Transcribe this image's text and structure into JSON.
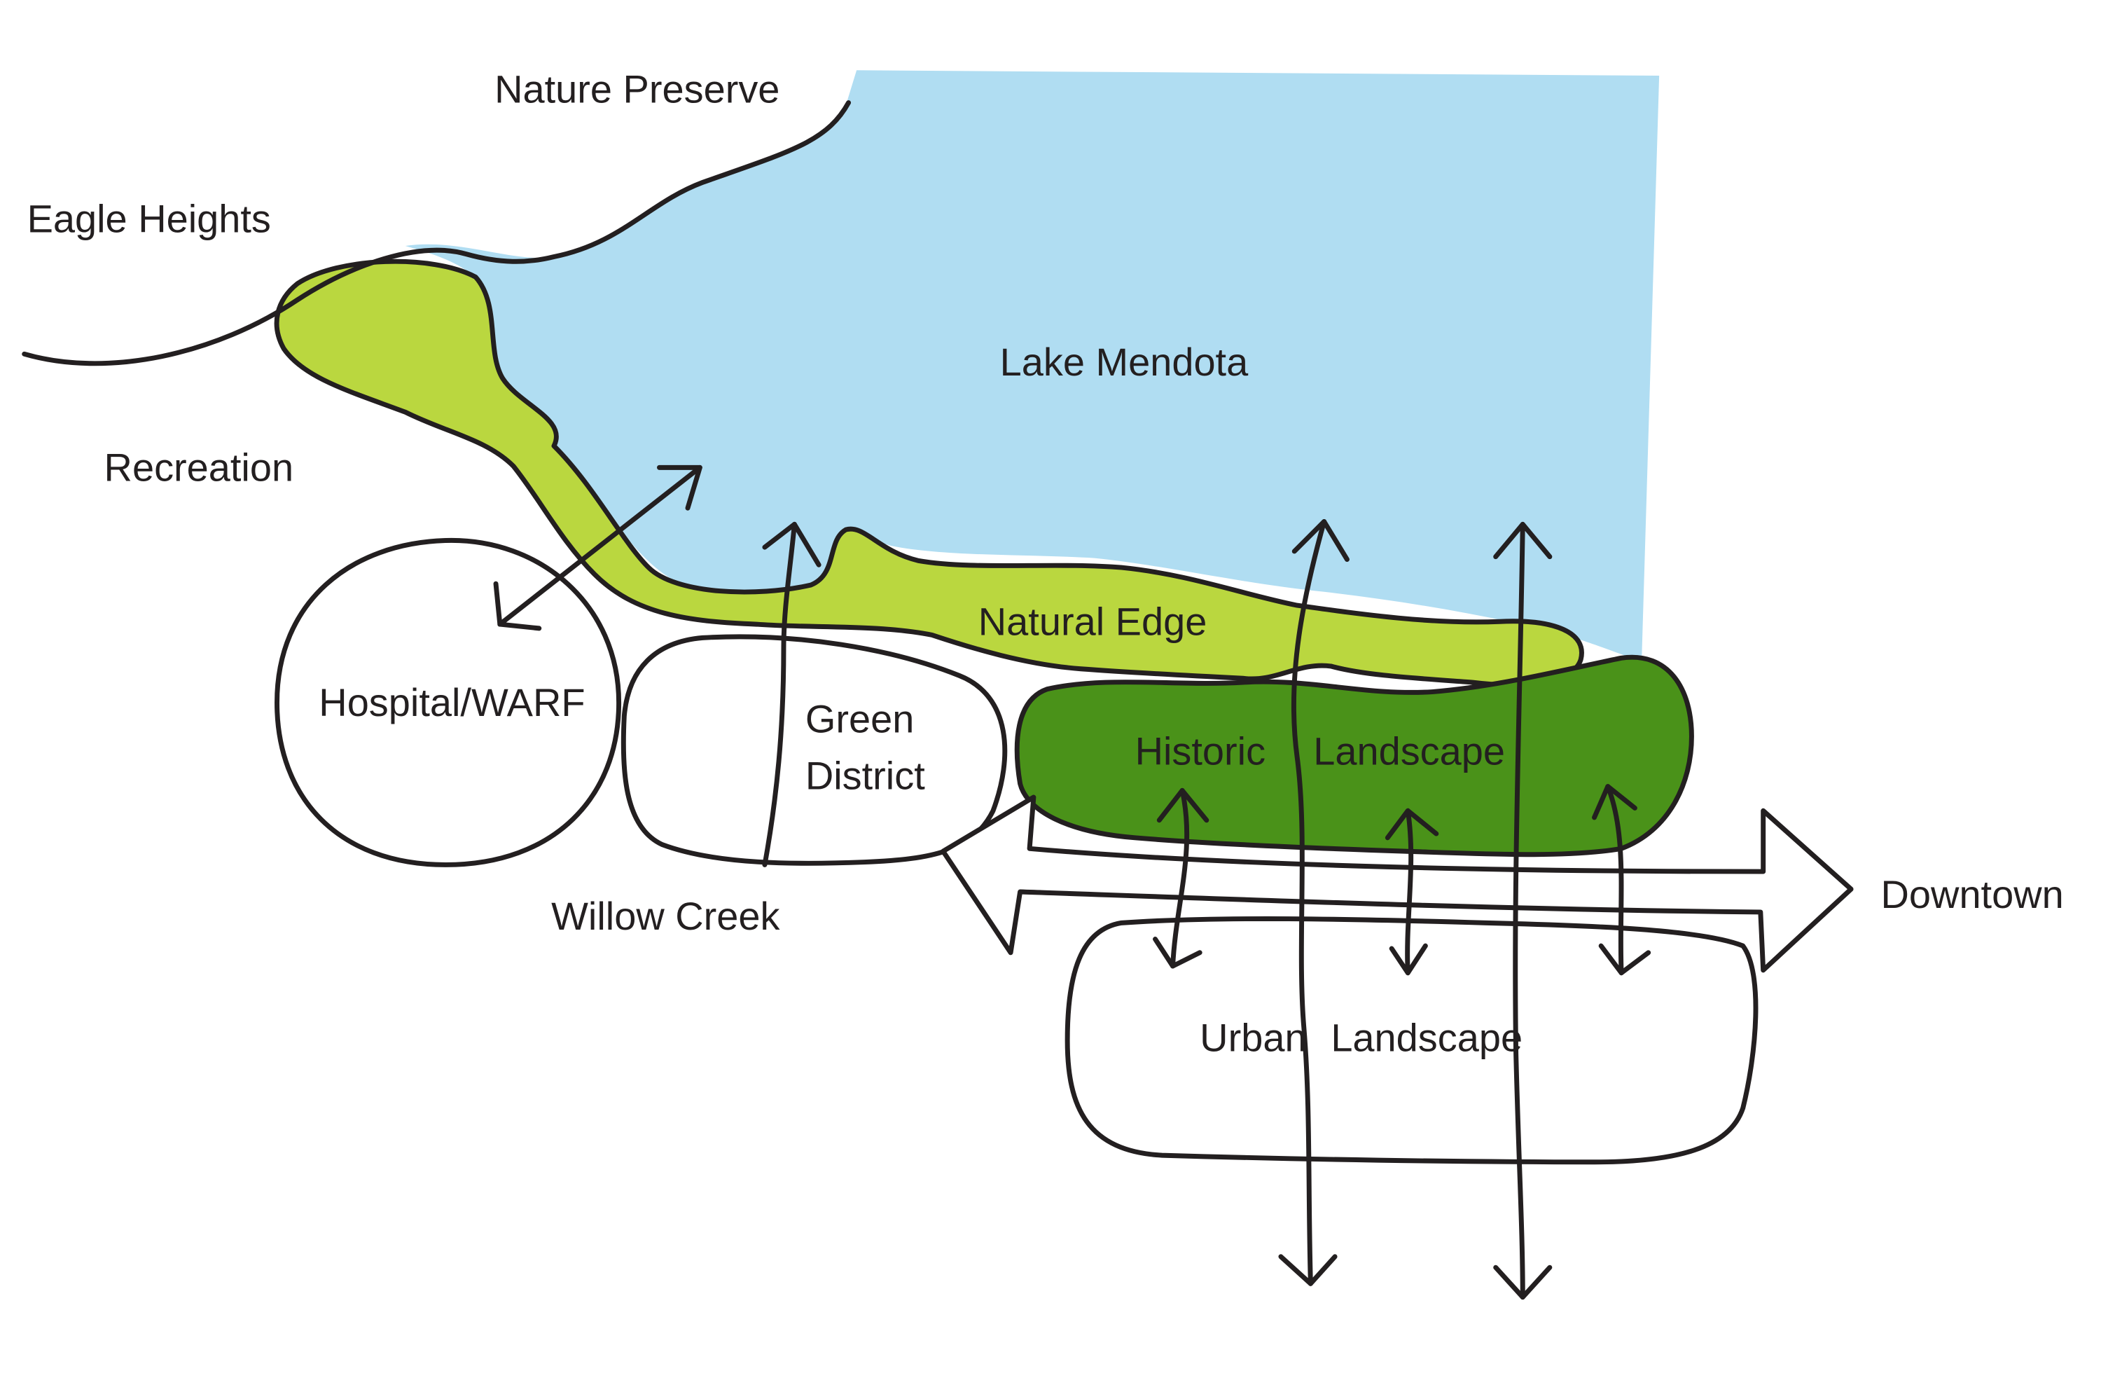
{
  "labels": {
    "nature_preserve": "Nature Preserve",
    "eagle_heights": "Eagle Heights",
    "lake": "Lake Mendota",
    "recreation": "Recreation",
    "natural_edge": "Natural Edge",
    "hospital": "Hospital/WARF",
    "green_district_line1": "Green",
    "green_district_line2": "District",
    "historic_word1": "Historic",
    "historic_word2": "Landscape",
    "willow_creek": "Willow Creek",
    "downtown": "Downtown",
    "urban_word1": "Urban",
    "urban_word2": "Landscape"
  },
  "colors": {
    "lake": "#b0ddf2",
    "natural_edge": "#bad73f",
    "historic_landscape": "#4a9219",
    "outline": "#231f20",
    "background": "#ffffff"
  }
}
